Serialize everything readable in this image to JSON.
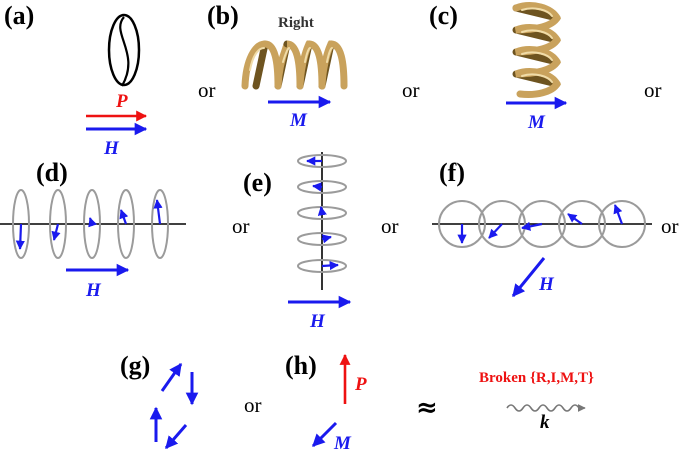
{
  "labels": {
    "a": "(a)",
    "b": "(b)",
    "c": "(c)",
    "d": "(d)",
    "e": "(e)",
    "f": "(f)",
    "g": "(g)",
    "h": "(h)"
  },
  "or_text": "or",
  "approx": "≈",
  "vectors": {
    "P": "P",
    "H": "H",
    "M": "M",
    "k": "k"
  },
  "helix_label": "Right",
  "broken_label": "Broken {R,I,M,T}",
  "colors": {
    "blue": "#1a1aee",
    "red": "#ee1111",
    "gray_ring": "#9b9b9b",
    "gold": "#c9a25c"
  }
}
